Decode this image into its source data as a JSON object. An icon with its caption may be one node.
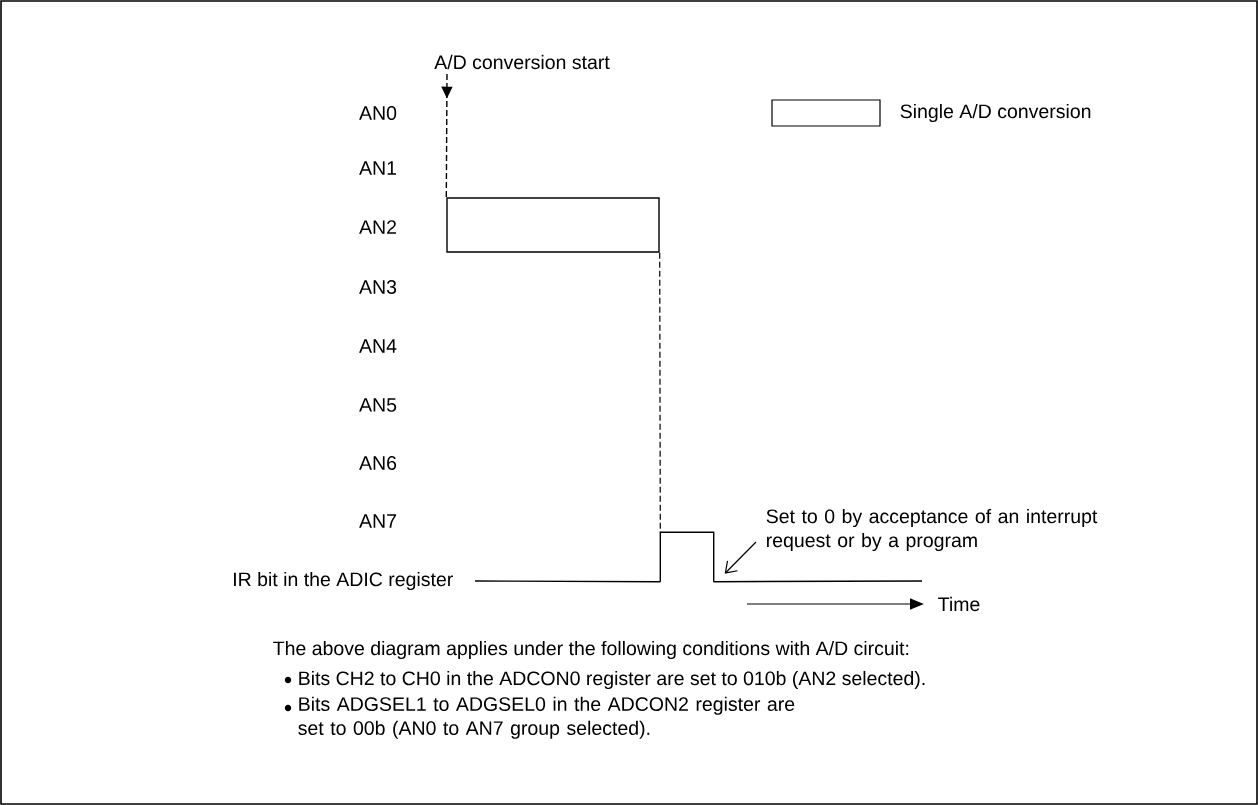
{
  "diagram": {
    "nodes": [
      {
        "text": [
          "A/D conversion start"
        ]
      },
      {
        "text": [],
        "shape": "box"
      },
      {
        "text": [],
        "shape": "bar"
      },
      {
        "text": [
          "Set to 0 by acceptance of an interrupt request or by a program"
        ]
      }
    ],
    "edges": [
      {
        "from": 0,
        "to": 1,
        "arrow": "to",
        "style": "dashed"
      },
      {
        "from": 1,
        "to": 2,
        "arrow": "none",
        "style": "dashed"
      },
      {
        "from": 3,
        "to": 2,
        "arrow": "to"
      }
    ],
    "labels": [
      "AN0",
      "AN1",
      "AN2",
      "AN3",
      "AN4",
      "AN5",
      "AN6",
      "AN7",
      "IR bit in the ADIC register",
      "Time",
      "The above diagram applies under the following conditions with A/D circuit:",
      "Bits CH2 to CH0 in the ADCON0 register are set to 010b (AN2 selected).",
      "Bits ADGSEL1 to ADGSEL0 in the ADCON2 register are set to 00b (AN0 to AN7 group selected)."
    ],
    "legend": [
      {
        "text": "Single A/D conversion"
      }
    ]
  }
}
